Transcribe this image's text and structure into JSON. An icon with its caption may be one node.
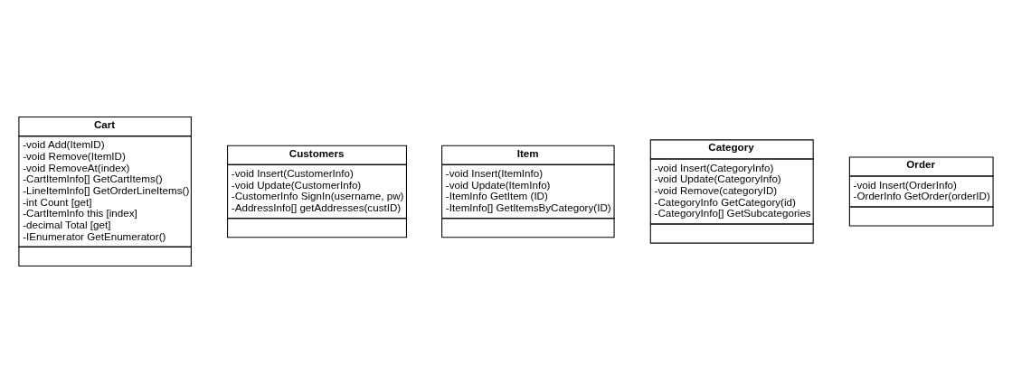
{
  "diagram": {
    "nodes": [
      {
        "text": [
          "Cart",
          "-void Add(ItemID)",
          "-void Remove(ItemID)",
          "-void RemoveAt(index)",
          "-CartItemInfo[] GetCartItems()",
          "-LineItemInfo[] GetOrderLineItems()",
          "-int Count [get]",
          "-CartItemInfo this [index]",
          "-decimal Total [get]",
          "-IEnumerator GetEnumerator()"
        ]
      },
      {
        "text": [
          "Customers",
          "-void Insert(CustomerInfo)",
          "-void Update(CustomerInfo)",
          "-CustomerInfo SignIn(username, pw)",
          "-AddressInfo[] getAddresses(custID)"
        ]
      },
      {
        "text": [
          "Item",
          "-void Insert(ItemInfo)",
          "-void Update(ItemInfo)",
          "-ItemInfo GetItem (ID)",
          "-ItemInfo[] GetItemsByCategory(ID)"
        ]
      },
      {
        "text": [
          "Category",
          "-void Insert(CategoryInfo)",
          "-void Update(CategoryInfo)",
          "-void Remove(categoryID)",
          "-CategoryInfo GetCategory(id)",
          "-CategoryInfo[] GetSubcategories"
        ]
      },
      {
        "text": [
          "Order",
          "-void Insert(OrderInfo)",
          "-OrderInfo GetOrder(orderID)"
        ]
      }
    ],
    "edges": []
  }
}
